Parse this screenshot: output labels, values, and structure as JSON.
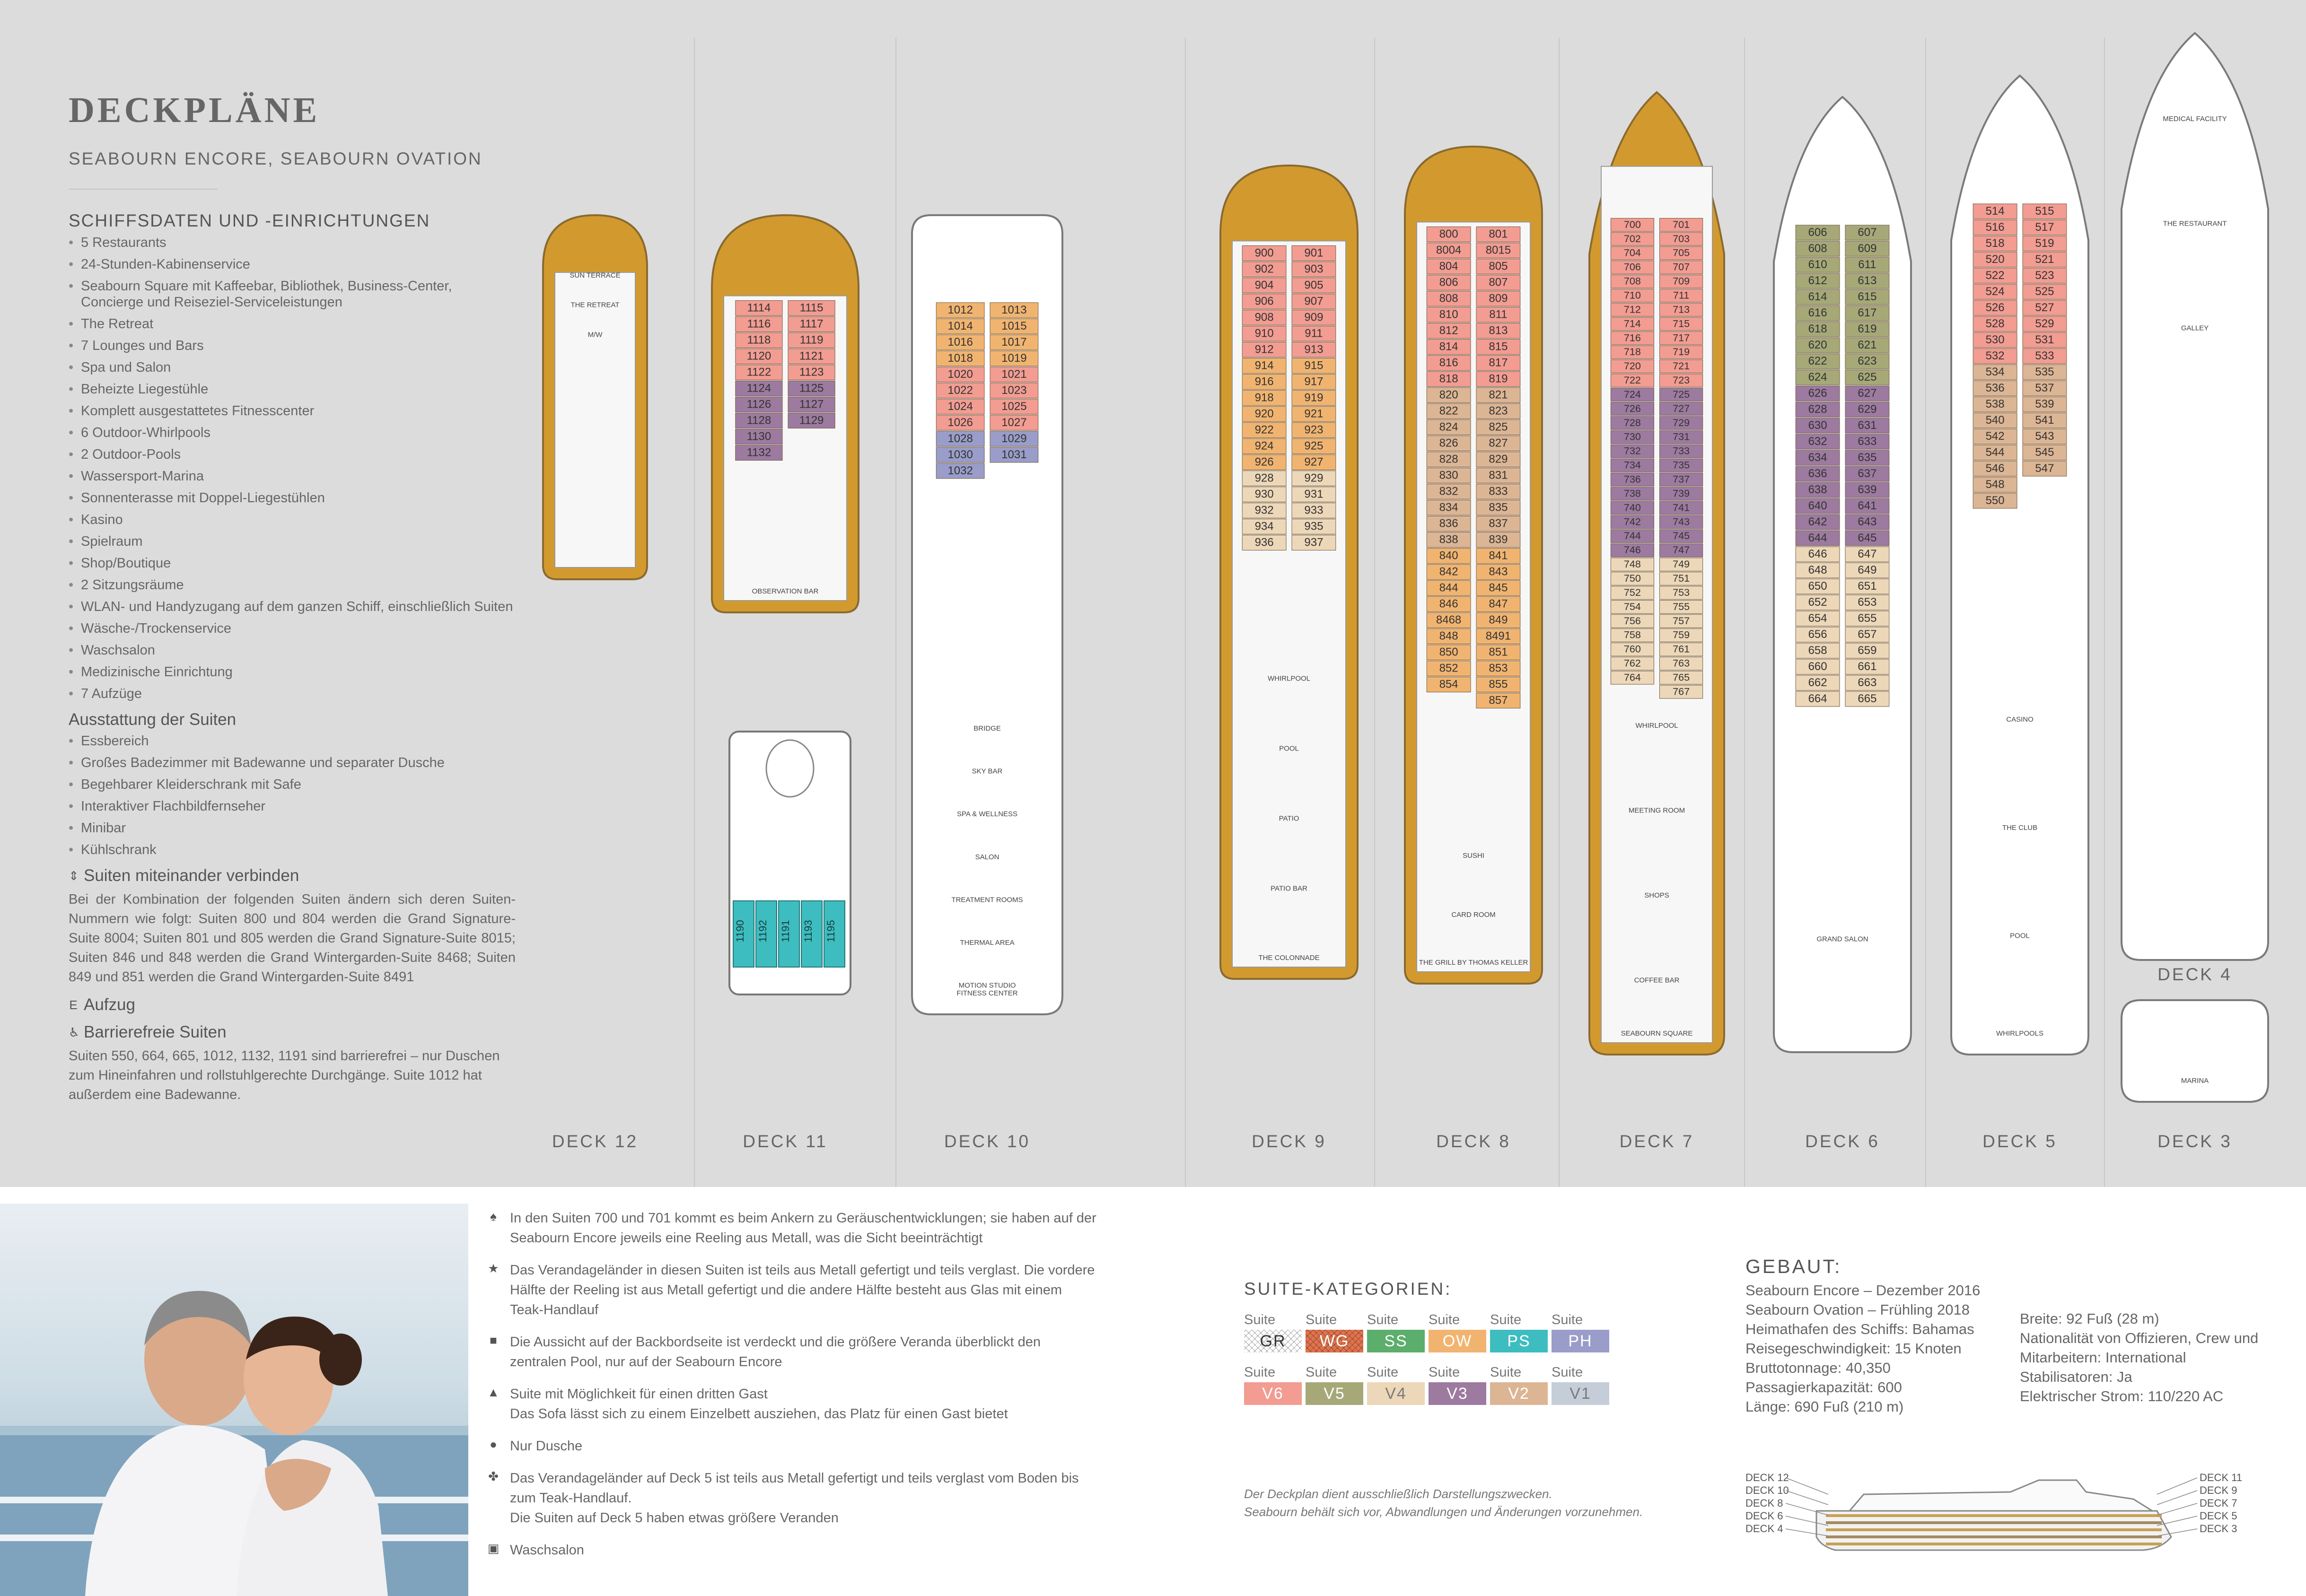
{
  "header": {
    "title": "DECKPLÄNE",
    "subtitle": "SEABOURN ENCORE, SEABOURN OVATION"
  },
  "facilities": {
    "heading": "SCHIFFSDATEN UND -EINRICHTUNGEN",
    "items": [
      "5 Restaurants",
      "24-Stunden-Kabinenservice",
      "Seabourn Square mit Kaffeebar, Bibliothek, Business-Center, Concierge und Reiseziel-Serviceleistungen",
      "The Retreat",
      "7 Lounges und Bars",
      "Spa und Salon",
      "Beheizte Liegestühle",
      "Komplett ausgestattetes Fitnesscenter",
      "6 Outdoor-Whirlpools",
      "2 Outdoor-Pools",
      "Wassersport-Marina",
      "Sonnenterasse mit Doppel-Liegestühlen",
      "Kasino",
      "Spielraum",
      "Shop/Boutique",
      "2 Sitzungsräume",
      "WLAN- und Handyzugang auf dem ganzen Schiff, einschließlich Suiten",
      "Wäsche-/Trockenservice",
      "Waschsalon",
      "Medizinische Einrichtung",
      "7 Aufzüge"
    ]
  },
  "suite_features": {
    "heading": "Ausstattung der Suiten",
    "items": [
      "Essbereich",
      "Großes Badezimmer mit Badewanne und separater Dusche",
      "Begehbarer Kleiderschrank mit Safe",
      "Interaktiver Flachbildfernseher",
      "Minibar",
      "Kühlschrank"
    ]
  },
  "connect": {
    "icon": "connect-arrows-icon",
    "heading": "Suiten miteinander verbinden",
    "text": "Bei der Kombination der folgenden Suiten ändern sich deren Suiten-Nummern wie folgt: Suiten 800 und 804 werden die Grand Signature-Suite 8004; Suiten 801 und 805 werden die Grand Signature-Suite 8015; Suiten 846 und 848 werden die Grand Wintergarden-Suite 8468; Suiten 849 und 851 werden die Grand Wintergarden-Suite 8491"
  },
  "elevator": {
    "icon": "elevator-icon",
    "heading": "Aufzug"
  },
  "accessible": {
    "icon": "wheelchair-icon",
    "heading": "Barrierefreie Suiten",
    "text": "Suiten 550, 664, 665, 1012, 1132, 1191 sind barrierefrei – nur Duschen zum Hineinfahren und rollstuhlgerechte Durchgänge. Suite 1012 hat außerdem eine Badewanne."
  },
  "decks": [
    {
      "label": "DECK 12",
      "venues": [
        "SUN TERRACE",
        "THE RETREAT",
        "M/W"
      ]
    },
    {
      "label": "DECK 11",
      "venues": [
        "OBSERVATION BAR"
      ],
      "cabins_left": [
        "1114",
        "1116",
        "1118",
        "1120",
        "1122",
        "1124",
        "1126",
        "1128",
        "1130",
        "1132"
      ],
      "cabins_right": [
        "1115",
        "1117",
        "1119",
        "1121",
        "1123",
        "1125",
        "1127",
        "1129"
      ],
      "lower_cabins": [
        "1190",
        "1192",
        "1191",
        "1193",
        "1195"
      ]
    },
    {
      "label": "DECK 10",
      "venues": [
        "BRIDGE",
        "SKY BAR",
        "SPA & WELLNESS",
        "SALON",
        "TREATMENT ROOMS",
        "THERMAL AREA",
        "MOTION STUDIO",
        "FITNESS CENTER"
      ],
      "cabins_left": [
        "1012",
        "1014",
        "1016",
        "1018",
        "1020",
        "1022",
        "1024",
        "1026",
        "1028",
        "1030",
        "1032"
      ],
      "cabins_right": [
        "1013",
        "1015",
        "1017",
        "1019",
        "1021",
        "1023",
        "1025",
        "1027",
        "1029",
        "1031"
      ]
    },
    {
      "label": "DECK 9",
      "venues": [
        "WHIRLPOOL",
        "POOL",
        "PATIO",
        "PATIO BAR",
        "THE COLONNADE"
      ],
      "cabins_left": [
        "900",
        "902",
        "904",
        "906",
        "908",
        "910",
        "912",
        "914",
        "916",
        "918",
        "920",
        "922",
        "924",
        "926",
        "928",
        "930",
        "932",
        "934",
        "936"
      ],
      "cabins_right": [
        "901",
        "903",
        "905",
        "907",
        "909",
        "911",
        "913",
        "915",
        "917",
        "919",
        "921",
        "923",
        "925",
        "927",
        "929",
        "931",
        "933",
        "935",
        "937"
      ]
    },
    {
      "label": "DECK 8",
      "venues": [
        "SUSHI",
        "CARD ROOM",
        "THE GRILL BY THOMAS KELLER"
      ],
      "cabins_left": [
        "800",
        "8004",
        "804",
        "806",
        "808",
        "810",
        "812",
        "814",
        "816",
        "818",
        "820",
        "822",
        "824",
        "826",
        "828",
        "830",
        "832",
        "834",
        "836",
        "838",
        "840",
        "842",
        "844",
        "846",
        "8468",
        "848",
        "850",
        "852",
        "854"
      ],
      "cabins_right": [
        "801",
        "8015",
        "805",
        "807",
        "809",
        "811",
        "813",
        "815",
        "817",
        "819",
        "821",
        "823",
        "825",
        "827",
        "829",
        "831",
        "833",
        "835",
        "837",
        "839",
        "841",
        "843",
        "845",
        "847",
        "849",
        "8491",
        "851",
        "853",
        "855",
        "857"
      ]
    },
    {
      "label": "DECK 7",
      "venues": [
        "WHIRLPOOL",
        "MEETING ROOM",
        "SHOPS",
        "COFFEE BAR",
        "SEABOURN SQUARE"
      ],
      "cabins_left": [
        "700",
        "702",
        "704",
        "706",
        "708",
        "710",
        "712",
        "714",
        "716",
        "718",
        "720",
        "722",
        "724",
        "726",
        "728",
        "730",
        "732",
        "734",
        "736",
        "738",
        "740",
        "742",
        "744",
        "746",
        "748",
        "750",
        "752",
        "754",
        "756",
        "758",
        "760",
        "762",
        "764"
      ],
      "cabins_right": [
        "701",
        "703",
        "705",
        "707",
        "709",
        "711",
        "713",
        "715",
        "717",
        "719",
        "721",
        "723",
        "725",
        "727",
        "729",
        "731",
        "733",
        "735",
        "737",
        "739",
        "741",
        "743",
        "745",
        "747",
        "749",
        "751",
        "753",
        "755",
        "757",
        "759",
        "761",
        "763",
        "765",
        "767"
      ]
    },
    {
      "label": "DECK 6",
      "venues": [
        "GRAND SALON"
      ],
      "cabins_left": [
        "606",
        "608",
        "610",
        "612",
        "614",
        "616",
        "618",
        "620",
        "622",
        "624",
        "626",
        "628",
        "630",
        "632",
        "634",
        "636",
        "638",
        "640",
        "642",
        "644",
        "646",
        "648",
        "650",
        "652",
        "654",
        "656",
        "658",
        "660",
        "662",
        "664"
      ],
      "cabins_right": [
        "607",
        "609",
        "611",
        "613",
        "615",
        "617",
        "619",
        "621",
        "623",
        "625",
        "627",
        "629",
        "631",
        "633",
        "635",
        "637",
        "639",
        "641",
        "643",
        "645",
        "647",
        "649",
        "651",
        "653",
        "655",
        "657",
        "659",
        "661",
        "663",
        "665"
      ]
    },
    {
      "label": "DECK 5",
      "venues": [
        "CASINO",
        "THE CLUB",
        "POOL",
        "WHIRLPOOLS"
      ],
      "cabins_left": [
        "514",
        "516",
        "518",
        "520",
        "522",
        "524",
        "526",
        "528",
        "530",
        "532",
        "534",
        "536",
        "538",
        "540",
        "542",
        "544",
        "546",
        "548",
        "550"
      ],
      "cabins_right": [
        "515",
        "517",
        "519",
        "521",
        "523",
        "525",
        "527",
        "529",
        "531",
        "533",
        "535",
        "537",
        "539",
        "541",
        "543",
        "545",
        "547"
      ]
    },
    {
      "label": "DECK 4",
      "venues": [
        "MEDICAL FACILITY",
        "THE RESTAURANT",
        "GALLEY"
      ]
    },
    {
      "label": "DECK 3",
      "venues": [
        "MARINA"
      ]
    }
  ],
  "notes": [
    {
      "icon": "anchor-spade-icon",
      "text": "In den Suiten 700 und 701 kommt es beim Ankern zu Geräuschentwicklungen; sie haben auf der Seabourn Encore jeweils eine Reeling aus Metall, was die Sicht beeinträchtigt"
    },
    {
      "icon": "star-icon",
      "text": "Das Verandageländer in diesen Suiten ist teils aus Metall gefertigt und teils verglast. Die vordere Hälfte der Reeling ist aus Metall gefertigt und die andere Hälfte besteht aus Glas mit einem Teak-Handlauf"
    },
    {
      "icon": "square-icon",
      "text": "Die Aussicht auf der Backbordseite ist verdeckt und die größere Veranda überblickt den zentralen Pool, nur auf der Seabourn Encore"
    },
    {
      "icon": "triangle-icon",
      "text": "Suite mit Möglichkeit für einen dritten Gast\nDas Sofa lässt sich zu einem Einzelbett ausziehen, das Platz für einen Gast bietet"
    },
    {
      "icon": "circle-icon",
      "text": "Nur Dusche"
    },
    {
      "icon": "clover-icon",
      "text": "Das Verandageländer auf Deck 5 ist teils aus Metall gefertigt und teils verglast vom Boden bis zum Teak-Handlauf.\nDie Suiten auf Deck 5 haben etwas größere Veranden"
    },
    {
      "icon": "washer-icon",
      "text": "Waschsalon"
    }
  ],
  "categories": {
    "heading": "SUITE-KATEGORIEN:",
    "label": "Suite",
    "rows": [
      [
        {
          "code": "GR",
          "color": "#ffffff",
          "pattern": "cross"
        },
        {
          "code": "WG",
          "color": "#e0734d",
          "pattern": "cross"
        },
        {
          "code": "SS",
          "color": "#5cae6c"
        },
        {
          "code": "OW",
          "color": "#f1b470"
        },
        {
          "code": "PS",
          "color": "#3dbdc0"
        },
        {
          "code": "PH",
          "color": "#9a9dc9"
        }
      ],
      [
        {
          "code": "V6",
          "color": "#f29c92"
        },
        {
          "code": "V5",
          "color": "#a6a878"
        },
        {
          "code": "V4",
          "color": "#ecd7b8"
        },
        {
          "code": "V3",
          "color": "#9d7aa0"
        },
        {
          "code": "V2",
          "color": "#dcb594"
        },
        {
          "code": "V1",
          "color": "#c5cdd8"
        }
      ]
    ]
  },
  "disclaimer": "Der Deckplan dient ausschließlich Darstellungszwecken.\nSeabourn behält sich vor, Abwandlungen und Änderungen vorzunehmen.",
  "built": {
    "heading": "GEBAUT:",
    "left": [
      "Seabourn Encore – Dezember 2016",
      "Seabourn Ovation – Frühling 2018",
      "Heimathafen des Schiffs: Bahamas",
      "Reisegeschwindigkeit: 15 Knoten",
      "Bruttotonnage: 40,350",
      "Passagierkapazität: 600",
      "Länge: 690 Fuß (210 m)"
    ],
    "right": [
      "Breite: 92 Fuß (28 m)",
      "Nationalität von Offizieren, Crew und Mitarbeitern: International",
      "Stabilisatoren: Ja",
      "Elektrischer Strom: 110/220 AC"
    ]
  },
  "profile": {
    "left_labels": [
      "DECK 12",
      "DECK 10",
      "DECK 8",
      "DECK 6",
      "DECK 4"
    ],
    "right_labels": [
      "DECK 11",
      "DECK 9",
      "DECK 7",
      "DECK 5",
      "DECK 3"
    ]
  },
  "colors": {
    "teak": "#d29a2e",
    "background": "#dcdcdc"
  }
}
